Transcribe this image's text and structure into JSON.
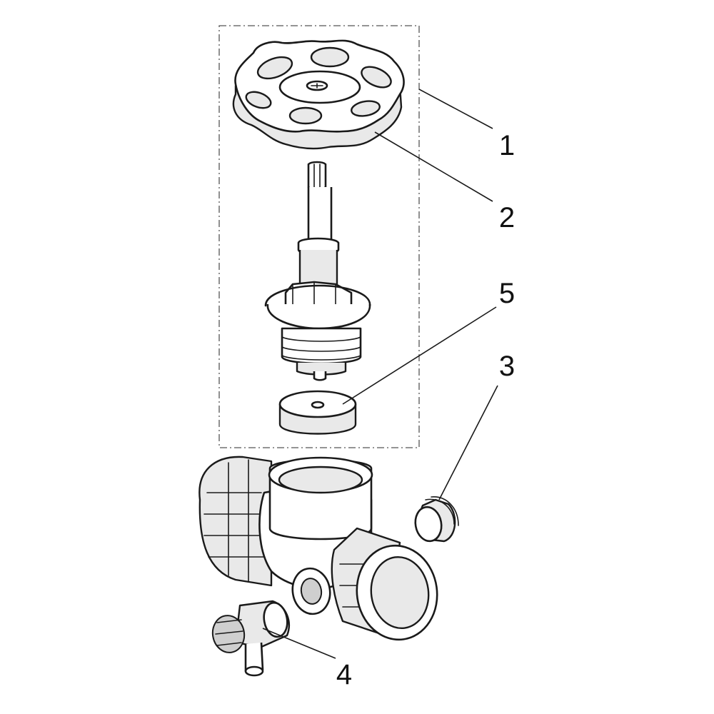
{
  "diagram": {
    "callouts": [
      {
        "id": "1",
        "label": "1"
      },
      {
        "id": "2",
        "label": "2"
      },
      {
        "id": "5",
        "label": "5"
      },
      {
        "id": "3",
        "label": "3"
      },
      {
        "id": "4",
        "label": "4"
      }
    ],
    "colors": {
      "line": "#1a1a1a",
      "fill": "#ffffff",
      "shade": "#e9e9e9"
    }
  }
}
